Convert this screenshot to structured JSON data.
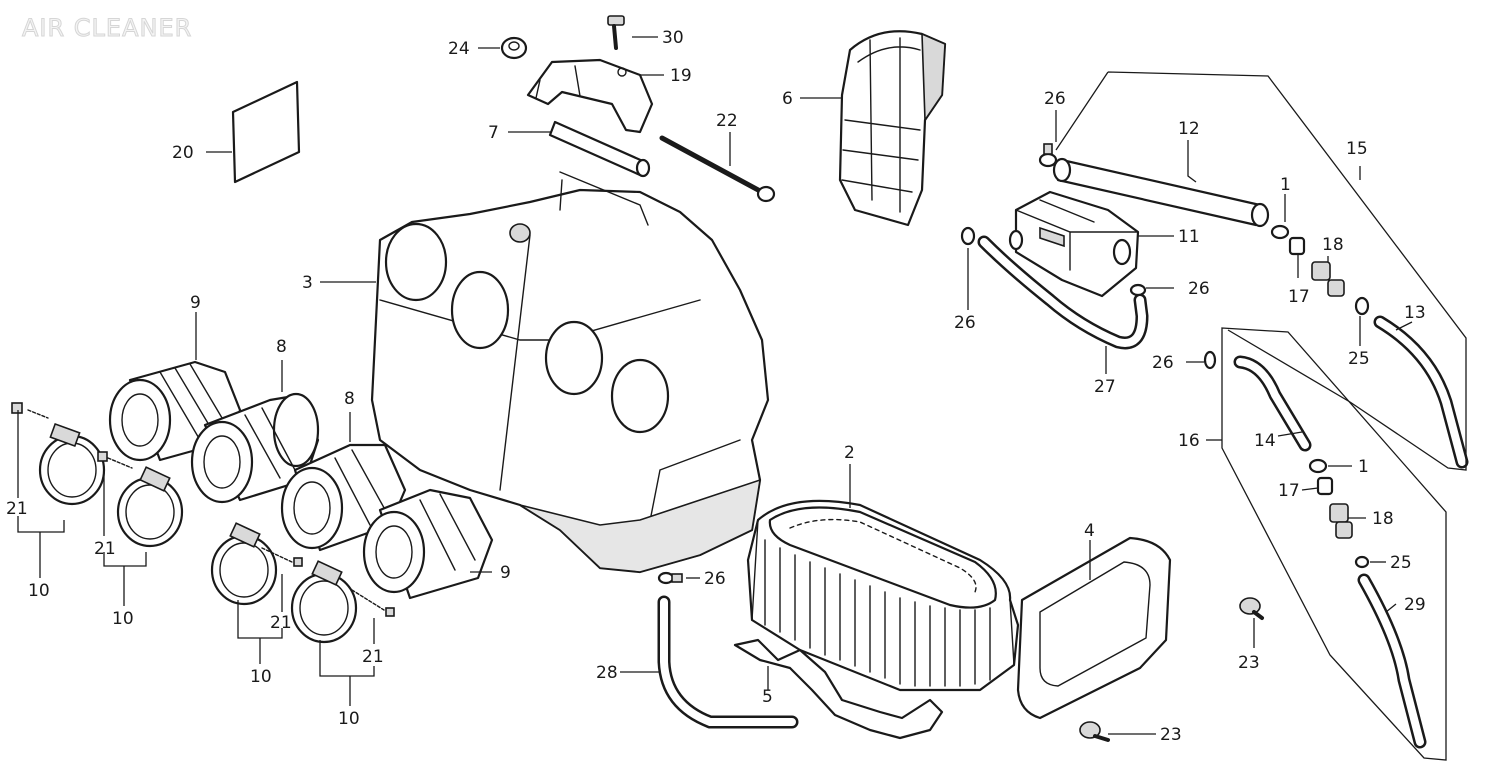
{
  "title": "AIR CLEANER",
  "colors": {
    "ink": "#1a1a1a",
    "paper": "#ffffff",
    "title_faded": "#d6d6d6"
  },
  "callouts": {
    "n1a": "1",
    "n1b": "1",
    "n2": "2",
    "n3": "3",
    "n4": "4",
    "n5": "5",
    "n6": "6",
    "n7": "7",
    "n8a": "8",
    "n8b": "8",
    "n9a": "9",
    "n9b": "9",
    "n10a": "10",
    "n10b": "10",
    "n10c": "10",
    "n10d": "10",
    "n11": "11",
    "n12": "12",
    "n13": "13",
    "n14": "14",
    "n15": "15",
    "n16": "16",
    "n17a": "17",
    "n17b": "17",
    "n18a": "18",
    "n18b": "18",
    "n19": "19",
    "n20": "20",
    "n21a": "21",
    "n21b": "21",
    "n21c": "21",
    "n21d": "21",
    "n22": "22",
    "n23a": "23",
    "n23b": "23",
    "n24": "24",
    "n25a": "25",
    "n25b": "25",
    "n26a": "26",
    "n26b": "26",
    "n26c": "26",
    "n26d": "26",
    "n26e": "26",
    "n27": "27",
    "n28": "28",
    "n29": "29",
    "n30": "30"
  }
}
